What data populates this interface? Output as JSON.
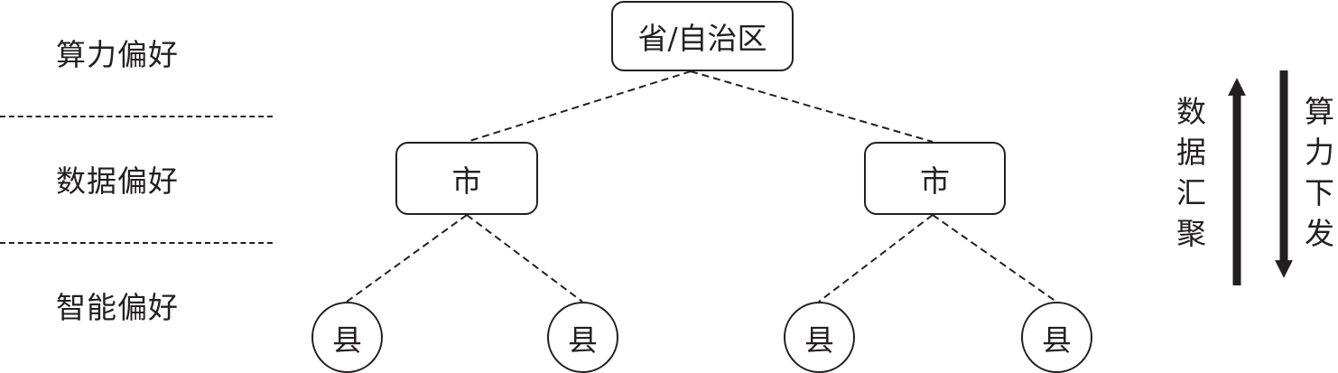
{
  "layers": [
    {
      "label": "算力偏好"
    },
    {
      "label": "数据偏好"
    },
    {
      "label": "智能偏好"
    }
  ],
  "tree": {
    "root": {
      "label": "省/自治区"
    },
    "cities": [
      {
        "label": "市"
      },
      {
        "label": "市"
      }
    ],
    "counties": [
      {
        "label": "县"
      },
      {
        "label": "县"
      },
      {
        "label": "县"
      },
      {
        "label": "县"
      }
    ]
  },
  "flows": {
    "up": {
      "direction": "up",
      "chars": [
        "数",
        "据",
        "汇",
        "聚"
      ]
    },
    "down": {
      "direction": "down",
      "chars": [
        "算",
        "力",
        "下",
        "发"
      ]
    }
  },
  "colors": {
    "stroke": "#231f20",
    "background": "#ffffff"
  }
}
